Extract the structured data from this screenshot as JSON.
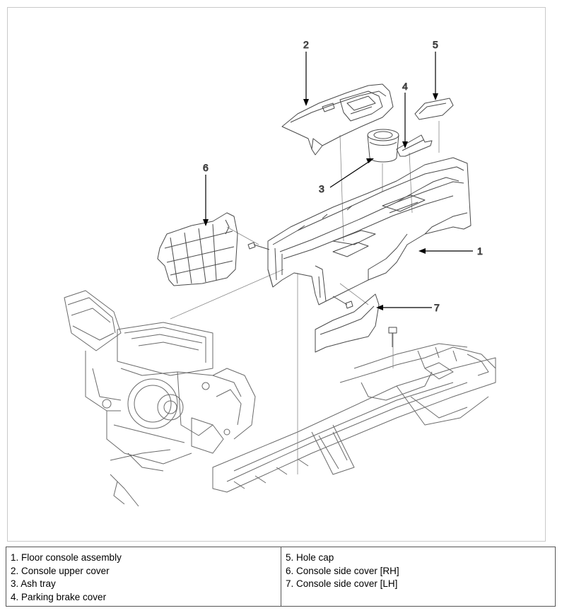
{
  "callouts": {
    "c1": "1",
    "c2": "2",
    "c3": "3",
    "c4": "4",
    "c5": "5",
    "c6": "6",
    "c7": "7"
  },
  "legend": {
    "left": [
      "1. Floor console assembly",
      "2. Console upper cover",
      "3. Ash tray",
      "4. Parking brake cover"
    ],
    "right": [
      "5. Hole cap",
      "6. Console side cover [RH]",
      "7. Console side cover [LH]"
    ]
  },
  "colors": {
    "line_art": "#4a4a4a",
    "frame_border": "#c9c9c9",
    "table_border": "#555555"
  }
}
